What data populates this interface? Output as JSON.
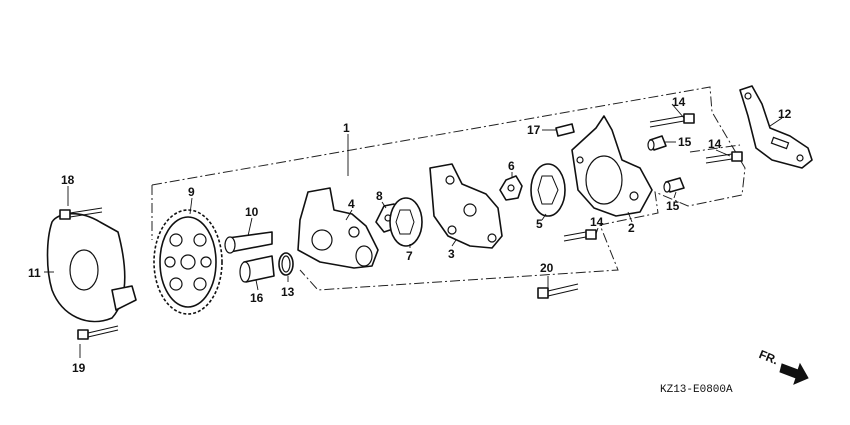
{
  "diagram": {
    "part_numbers": [
      "1",
      "2",
      "3",
      "4",
      "5",
      "6",
      "7",
      "8",
      "9",
      "10",
      "11",
      "12",
      "13",
      "14",
      "14",
      "14",
      "15",
      "15",
      "16",
      "17",
      "18",
      "19",
      "20"
    ],
    "labels": {
      "p1": "1",
      "p2": "2",
      "p3": "3",
      "p4": "4",
      "p5": "5",
      "p6": "6",
      "p7": "7",
      "p8": "8",
      "p9": "9",
      "p10": "10",
      "p11": "11",
      "p12": "12",
      "p13": "13",
      "p14a": "14",
      "p14b": "14",
      "p14c": "14",
      "p15a": "15",
      "p15b": "15",
      "p16": "16",
      "p17": "17",
      "p18": "18",
      "p19": "19",
      "p20": "20"
    },
    "direction_label": "FR.",
    "diagram_code": "KZ13-E0800A"
  },
  "colors": {
    "ink": "#111111",
    "paper": "#ffffff"
  }
}
